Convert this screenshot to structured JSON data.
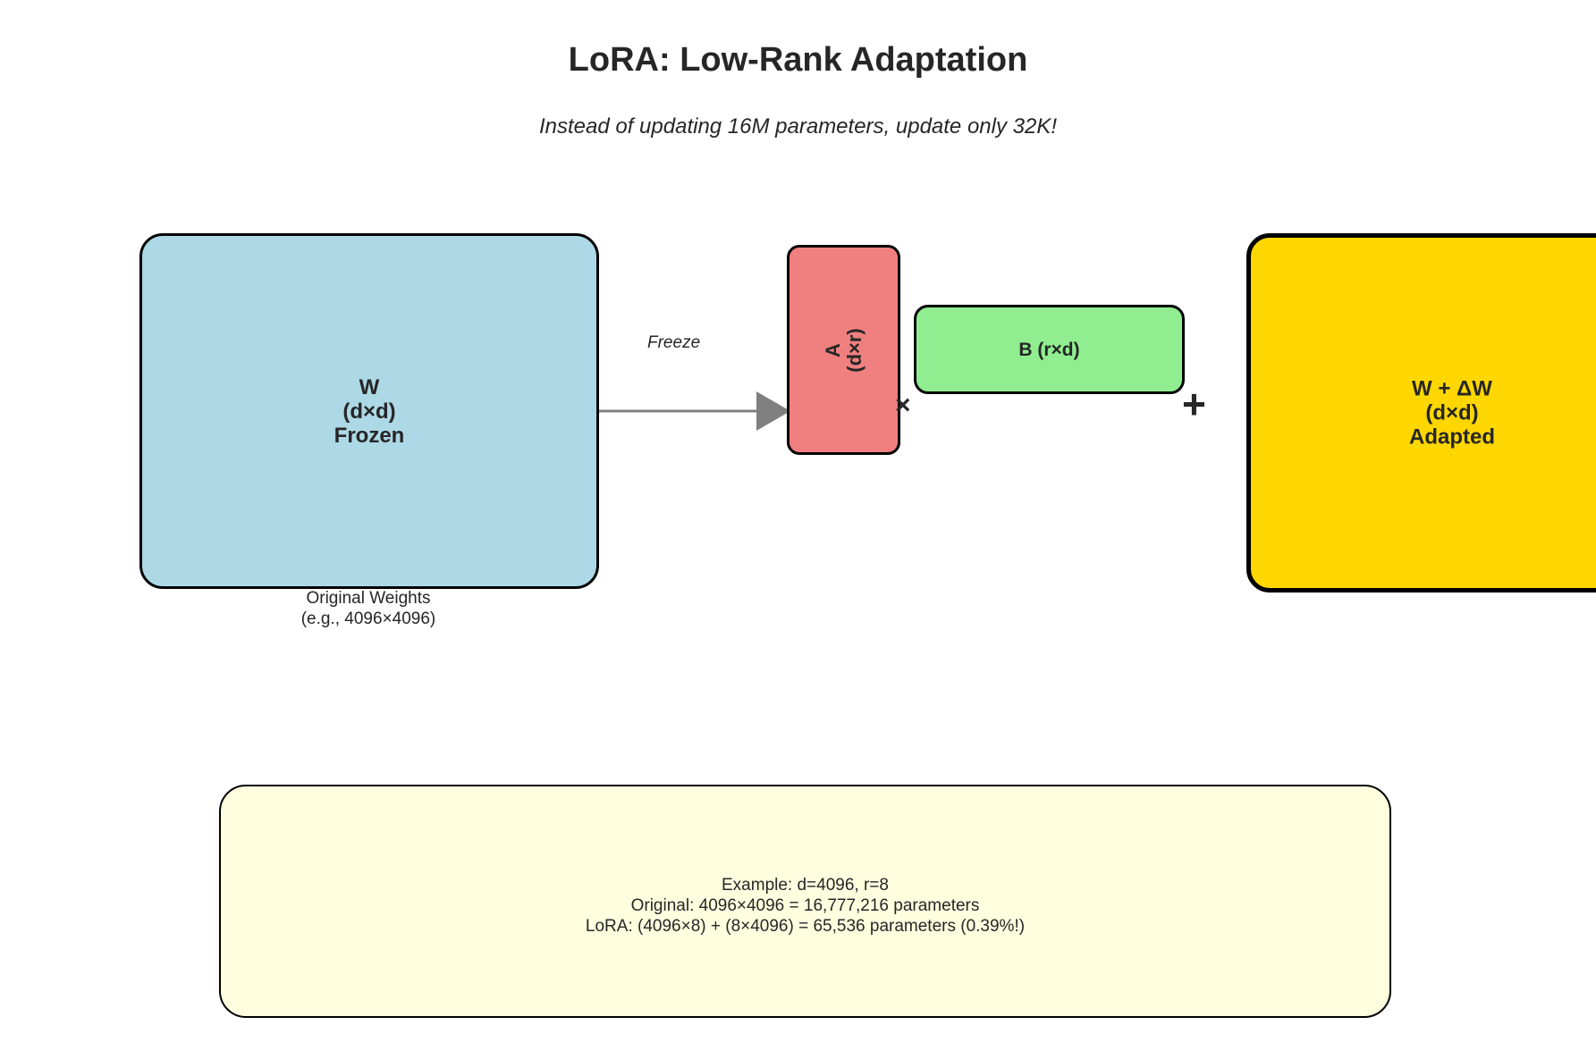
{
  "title": "LoRA: Low-Rank Adaptation",
  "subtitle": "Instead of updating 16M parameters, update only 32K!",
  "w_box": {
    "lines": [
      "W",
      "(d×d)",
      "Frozen"
    ],
    "color": "#add8e6"
  },
  "w_caption": {
    "lines": [
      "Original Weights",
      "(e.g., 4096×4096)"
    ]
  },
  "freeze_label": "Freeze",
  "a_box": {
    "lines": [
      "A",
      "(d×r)"
    ],
    "color": "#f08080"
  },
  "times_symbol": "×",
  "b_box": {
    "label": "B (r×d)",
    "color": "#90ee90"
  },
  "plus_symbol": "+",
  "out_box": {
    "lines": [
      "W + ΔW",
      "(d×d)",
      "Adapted"
    ],
    "color": "#ffd700"
  },
  "note": {
    "lines": [
      "Example: d=4096, r=8",
      "Original: 4096×4096 = 16,777,216 parameters",
      "LoRA: (4096×8) + (8×4096) = 65,536 parameters (0.39%!)"
    ],
    "color": "#ffffe0"
  },
  "arrow_color": "#808080"
}
